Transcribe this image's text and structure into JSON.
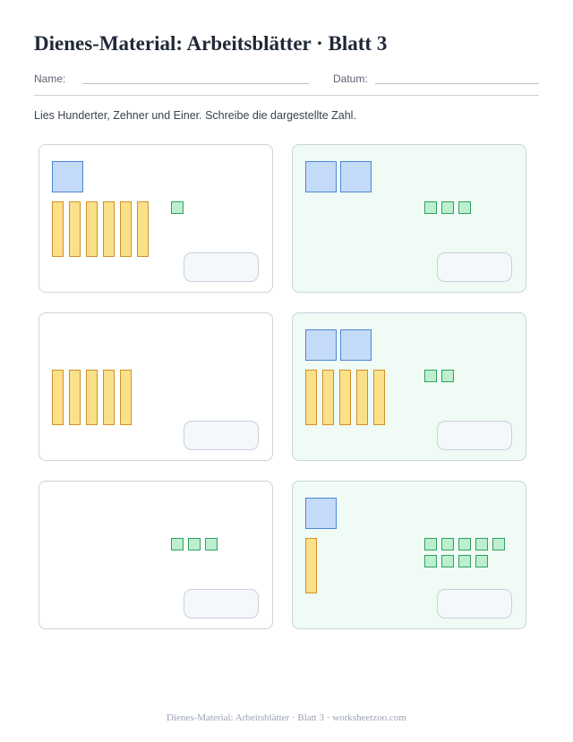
{
  "title": "Dienes-Material: Arbeitsblätter · Blatt 3",
  "fields": {
    "name_label": "Name:",
    "date_label": "Datum:"
  },
  "instruction": "Lies Hunderter, Zehner und Einer. Schreibe die dargestellte Zahl.",
  "colors": {
    "hundred_fill": "#c4daf9",
    "hundred_border": "#4d86d6",
    "ten_fill": "#fbe08a",
    "ten_border": "#cf9128",
    "one_fill": "#bdefce",
    "one_border": "#2fa064",
    "alt_card_background": "#effbf4"
  },
  "exercises": [
    {
      "hundreds": 1,
      "tens": 6,
      "ones": 1,
      "answer": ""
    },
    {
      "hundreds": 2,
      "tens": 0,
      "ones": 3,
      "answer": ""
    },
    {
      "hundreds": 0,
      "tens": 5,
      "ones": 0,
      "answer": ""
    },
    {
      "hundreds": 2,
      "tens": 5,
      "ones": 2,
      "answer": ""
    },
    {
      "hundreds": 0,
      "tens": 0,
      "ones": 3,
      "answer": ""
    },
    {
      "hundreds": 1,
      "tens": 1,
      "ones": 9,
      "answer": ""
    }
  ],
  "footer": "Dienes-Material: Arbeitsblätter · Blatt 3 · worksheetzoo.com"
}
